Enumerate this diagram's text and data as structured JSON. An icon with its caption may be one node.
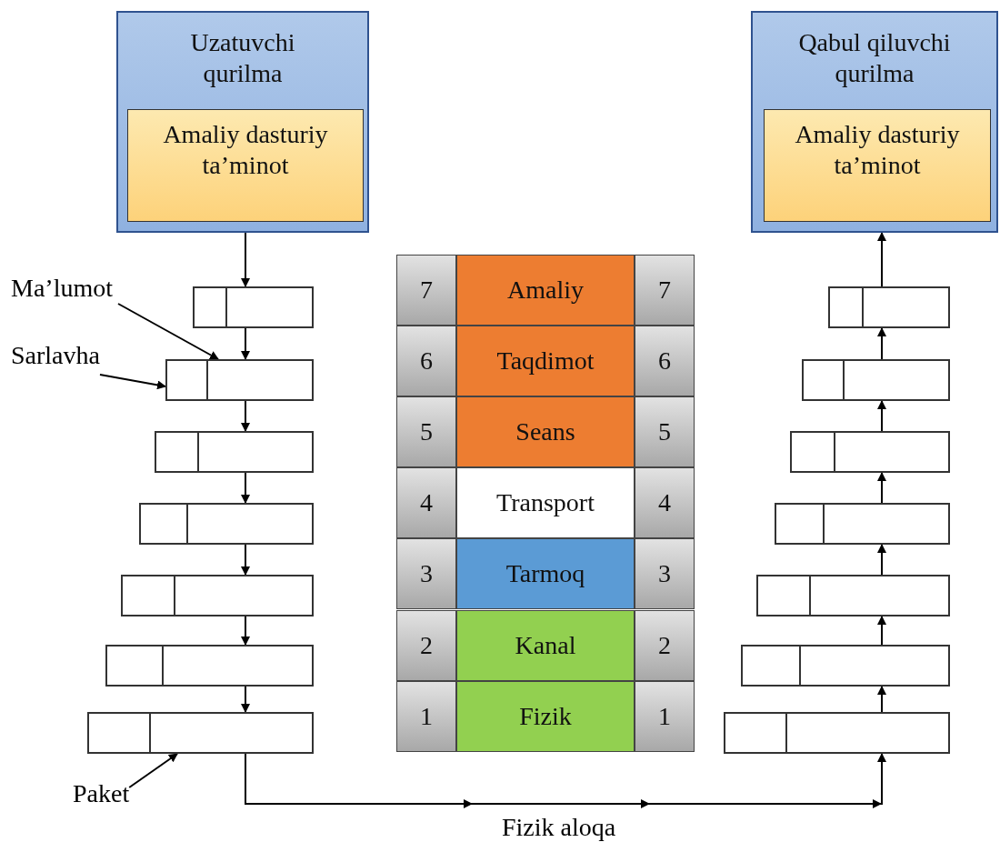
{
  "diagram": {
    "nodes": [
      {
        "text": [
          "Uzatuvchi qurilma"
        ]
      },
      {
        "text": [
          "Amaliy dasturiy ta’minot"
        ],
        "in": 0
      },
      {
        "text": [
          "Qabul qiluvchi qurilma"
        ]
      },
      {
        "text": [
          "Amaliy dasturiy ta’minot"
        ],
        "in": 2
      },
      {
        "text": [
          "Ma’lumot"
        ]
      },
      {
        "text": [
          "Sarlavha"
        ]
      },
      {
        "text": [
          "Paket"
        ]
      },
      {
        "text": [],
        "shape": "box"
      },
      {
        "text": [],
        "shape": "box"
      },
      {
        "text": [],
        "shape": "box"
      },
      {
        "text": [],
        "shape": "box"
      },
      {
        "text": [],
        "shape": "box"
      },
      {
        "text": [],
        "shape": "box"
      },
      {
        "text": [],
        "shape": "box"
      },
      {
        "text": [],
        "shape": "box"
      },
      {
        "text": [],
        "shape": "box"
      },
      {
        "text": [],
        "shape": "box"
      },
      {
        "text": [],
        "shape": "box"
      },
      {
        "text": [],
        "shape": "box"
      },
      {
        "text": [],
        "shape": "box"
      },
      {
        "text": [],
        "shape": "box"
      }
    ],
    "edges": [
      {
        "from": 0,
        "to": 7,
        "arrow": "to"
      },
      {
        "from": 7,
        "to": 8,
        "arrow": "to"
      },
      {
        "from": 8,
        "to": 9,
        "arrow": "to"
      },
      {
        "from": 9,
        "to": 10,
        "arrow": "to"
      },
      {
        "from": 10,
        "to": 11,
        "arrow": "to"
      },
      {
        "from": 11,
        "to": 12,
        "arrow": "to"
      },
      {
        "from": 12,
        "to": 13,
        "arrow": "to"
      },
      {
        "from": 13,
        "to": 20,
        "arrow": "to",
        "label": "Fizik aloqa"
      },
      {
        "from": 20,
        "to": 19,
        "arrow": "to"
      },
      {
        "from": 19,
        "to": 18,
        "arrow": "to"
      },
      {
        "from": 18,
        "to": 17,
        "arrow": "to"
      },
      {
        "from": 17,
        "to": 16,
        "arrow": "to"
      },
      {
        "from": 16,
        "to": 15,
        "arrow": "to"
      },
      {
        "from": 15,
        "to": 14,
        "arrow": "to"
      },
      {
        "from": 14,
        "to": 2,
        "arrow": "to"
      },
      {
        "from": 4,
        "to": 8,
        "arrow": "to"
      },
      {
        "from": 5,
        "to": 8,
        "arrow": "to"
      },
      {
        "from": 6,
        "to": 13,
        "arrow": "to"
      }
    ],
    "labels": [
      "7",
      "Amaliy",
      "7",
      "6",
      "Taqdimot",
      "6",
      "5",
      "Seans",
      "5",
      "4",
      "Transport",
      "4",
      "3",
      "Tarmoq",
      "3",
      "2",
      "Kanal",
      "2",
      "1",
      "Fizik",
      "1"
    ]
  }
}
